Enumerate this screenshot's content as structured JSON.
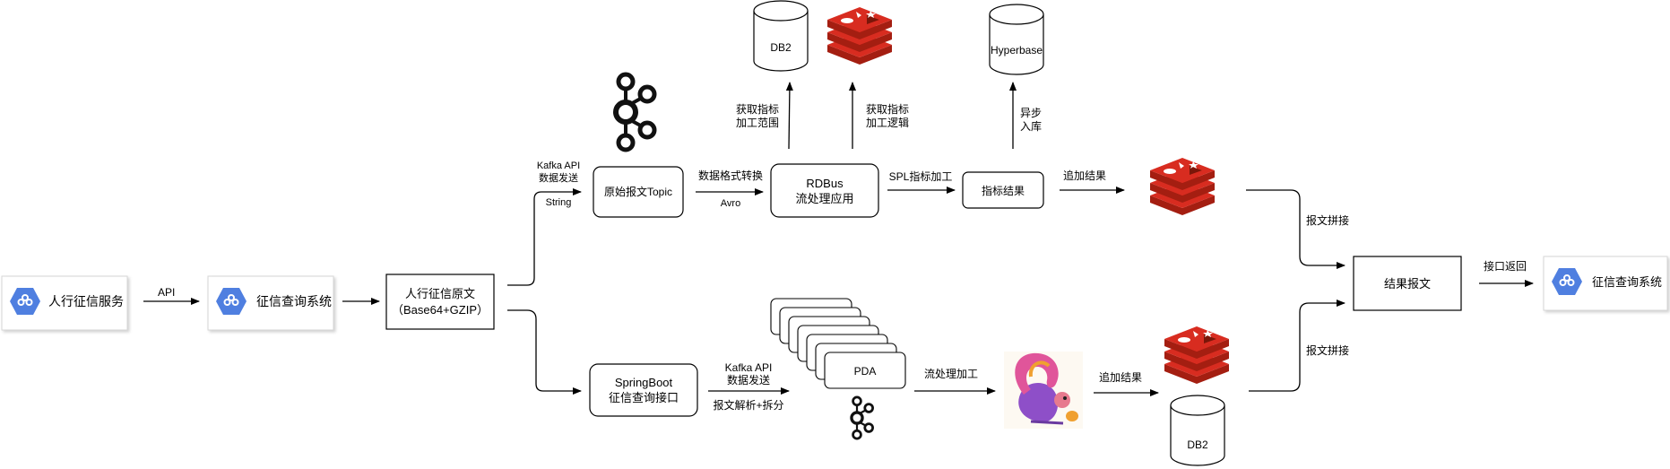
{
  "nodes": {
    "pboc_service": "人行征信服务",
    "credit_query_system": "征信查询系统",
    "raw_report": {
      "line1": "人行征信原文",
      "line2": "（Base64+GZIP）"
    },
    "raw_topic": "原始报文Topic",
    "rdbus": {
      "line1": "RDBus",
      "line2": "流处理应用"
    },
    "indicator_result": "指标结果",
    "result_report": "结果报文",
    "credit_query_system_out": "征信查询系统",
    "springboot": {
      "line1": "SpringBoot",
      "line2": "征信查询接口"
    },
    "pda": "PDA",
    "db2_top": "DB2",
    "hyperbase": "Hyperbase",
    "db2_bottom": "DB2"
  },
  "edges": {
    "api": "API",
    "kafka_api_send": {
      "line1": "Kafka API",
      "line2": "数据发送"
    },
    "string": "String",
    "format_convert": "数据格式转换",
    "avro": "Avro",
    "spl_process": "SPL指标加工",
    "append_result_top": "追加结果",
    "fetch_range": {
      "line1": "获取指标",
      "line2": "加工范围"
    },
    "fetch_logic": {
      "line1": "获取指标",
      "line2": "加工逻辑"
    },
    "async_store": {
      "line1": "异步",
      "line2": "入库"
    },
    "report_concat_top": "报文拼接",
    "report_concat_bottom": "报文拼接",
    "interface_return": "接口返回",
    "kafka_api_send_bottom": {
      "line1": "Kafka API",
      "line2": "数据发送"
    },
    "parse_split": "报文解析+拆分",
    "stream_process": "流处理加工",
    "append_result_bottom": "追加结果"
  },
  "colors": {
    "gcp_blue": "#4f7fe0",
    "redis_red": "#d82c20",
    "redis_dark": "#a41e11",
    "stroke": "#000000",
    "flink_purple": "#8e4fc8",
    "flink_orange": "#f0a030"
  },
  "icons": [
    "gcp-hexagon-icon",
    "kafka-icon",
    "redis-icon",
    "flink-squirrel-icon",
    "database-cylinder-icon"
  ]
}
